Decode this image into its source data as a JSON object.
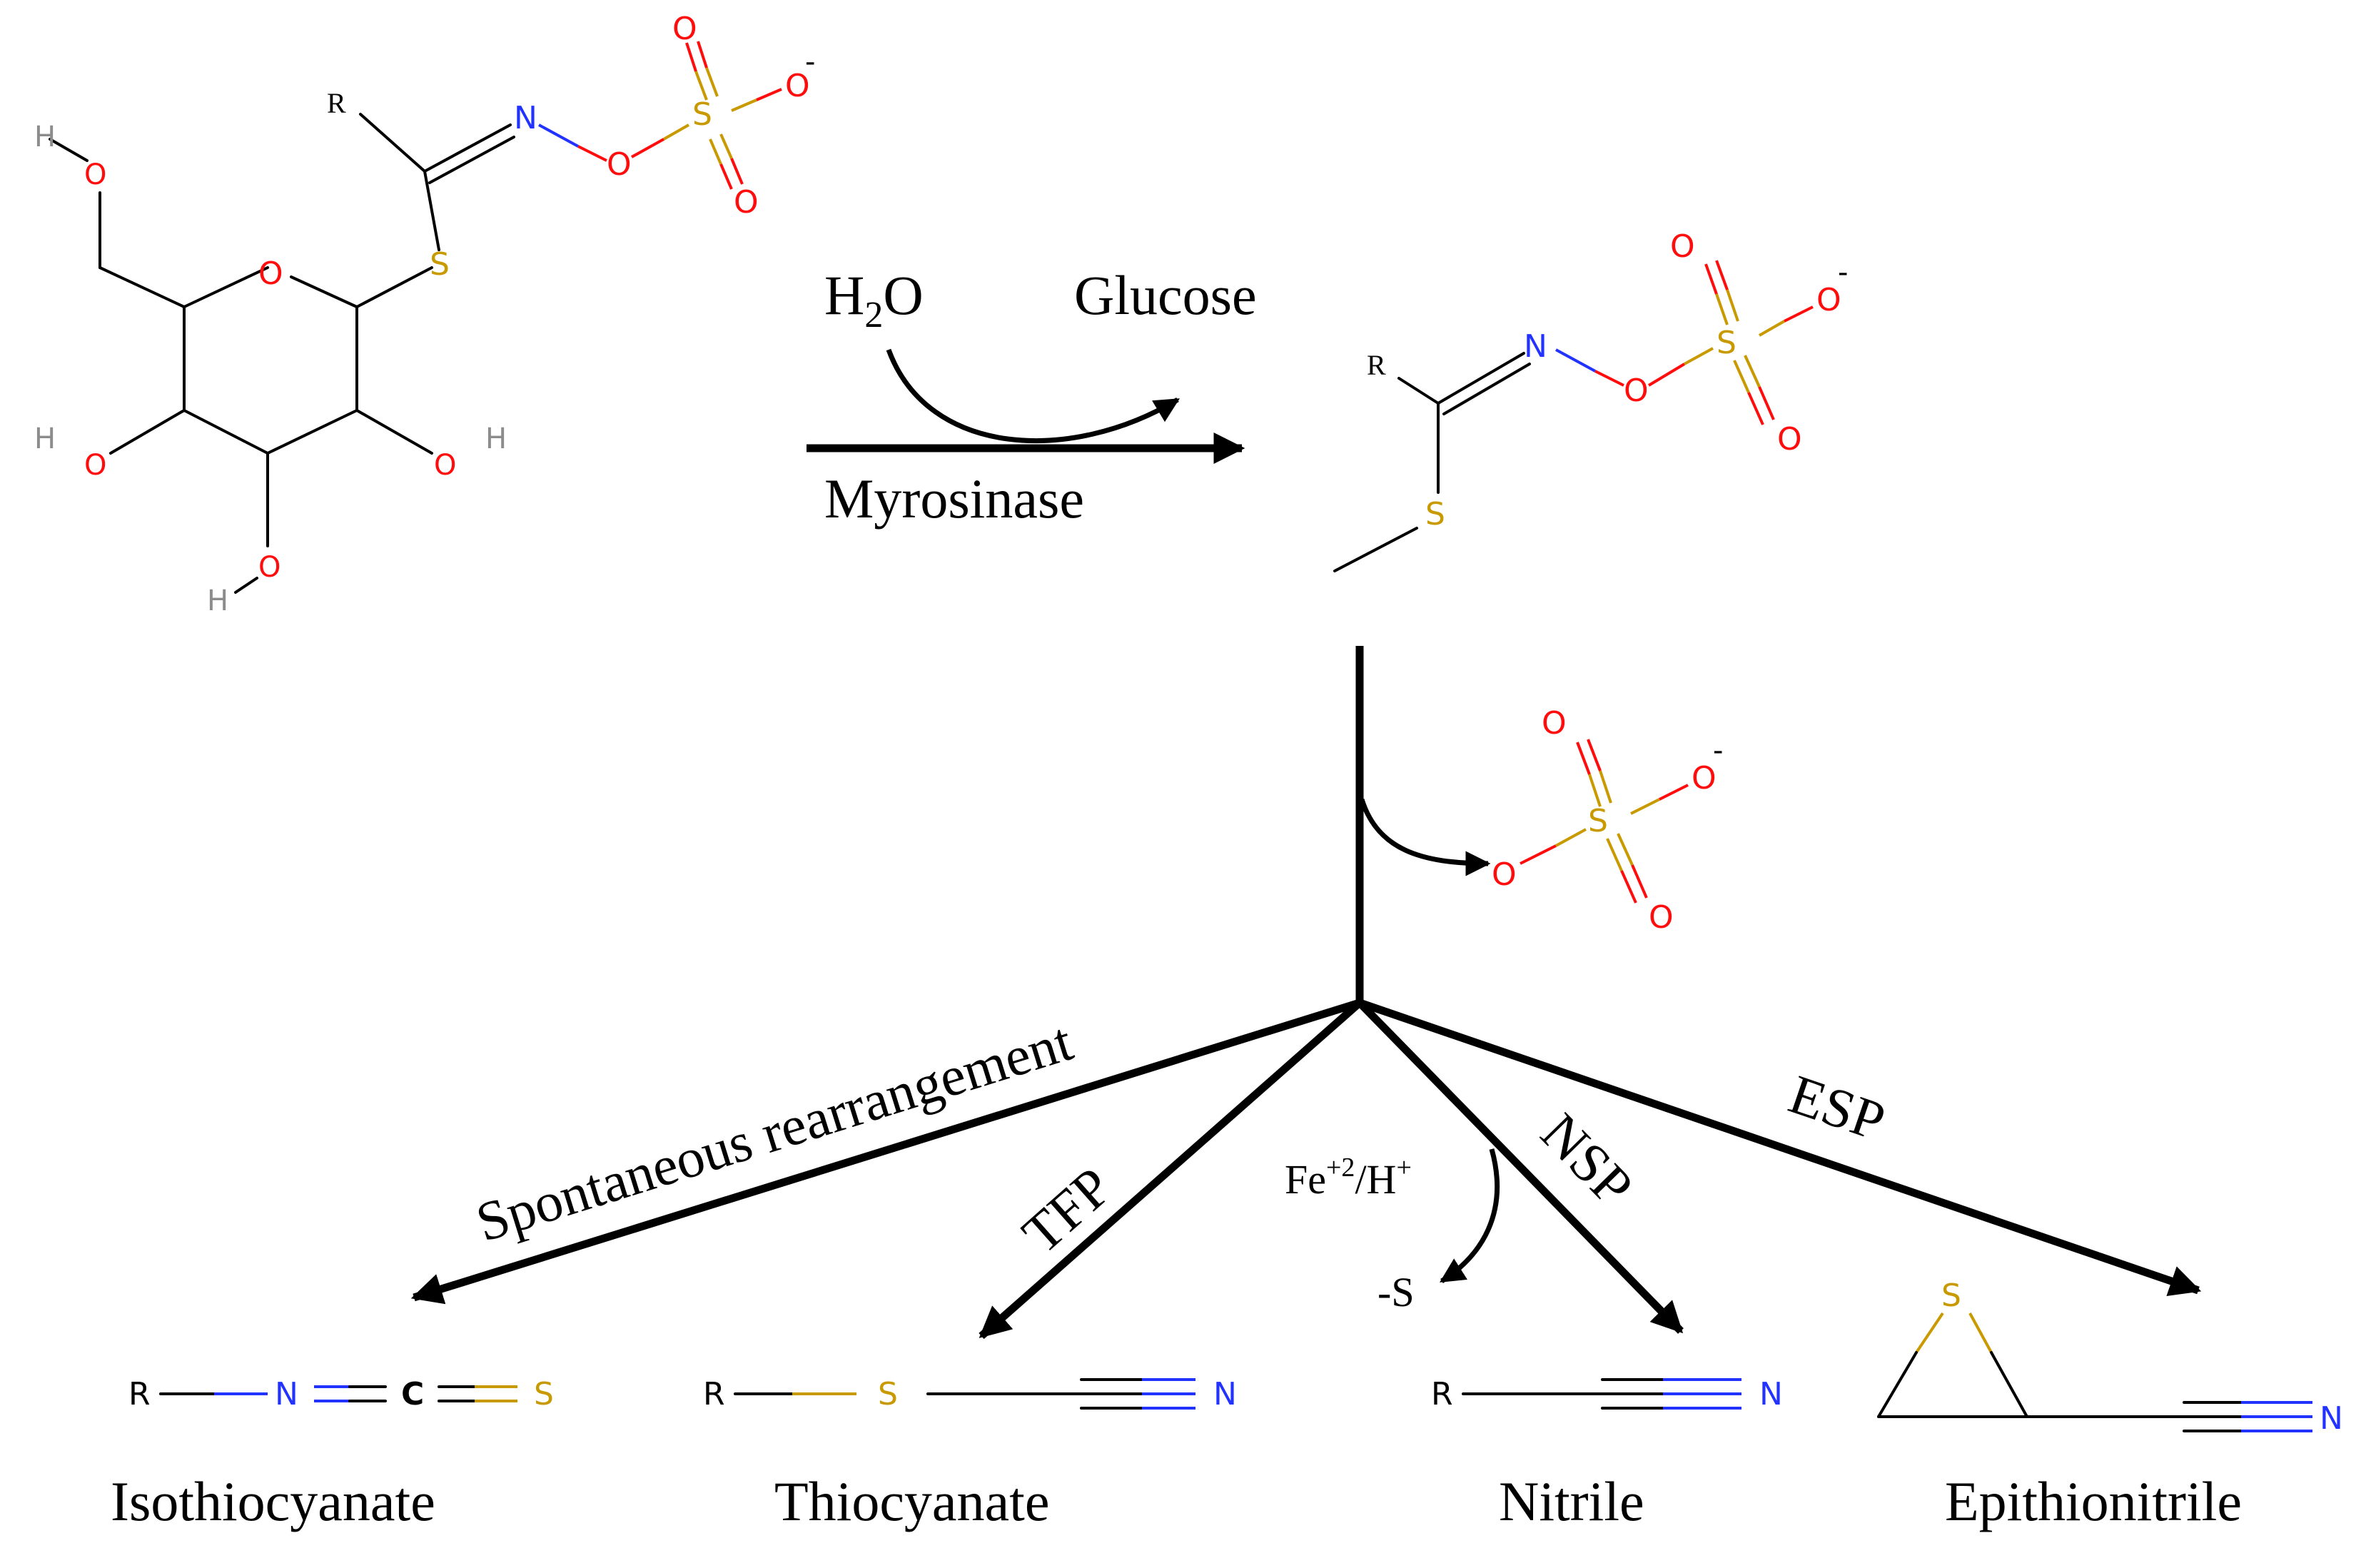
{
  "reaction": {
    "reagent_in": "H2O",
    "reagent_in_main": "H",
    "reagent_in_sub": "2",
    "reagent_in_end": "O",
    "reagent_out": "Glucose",
    "enzyme": "Myrosinase"
  },
  "branches": {
    "spontaneous": "Spontaneous rearrangement",
    "tfp": "TFP",
    "nsp": "NSP",
    "esp": "ESP",
    "cofactor_main": "Fe",
    "cofactor_sup1": "+2",
    "cofactor_mid": "/H",
    "cofactor_sup2": "+",
    "loss": "-S"
  },
  "products": {
    "isothiocyanate": "Isothiocyanate",
    "thiocyanate": "Thiocyanate",
    "nitrile": "Nitrile",
    "epithionitrile": "Epithionitrile"
  },
  "atoms": {
    "R": "R",
    "N": "N",
    "S": "S",
    "C": "C",
    "O": "O",
    "O_minus": "O",
    "minus": "-",
    "H": "H"
  },
  "colors": {
    "oxygen": "#ff0d0d",
    "nitrogen": "#2233ff",
    "sulfur": "#c99a00",
    "hydrogen": "#8c8c8c",
    "bond": "#000000"
  }
}
